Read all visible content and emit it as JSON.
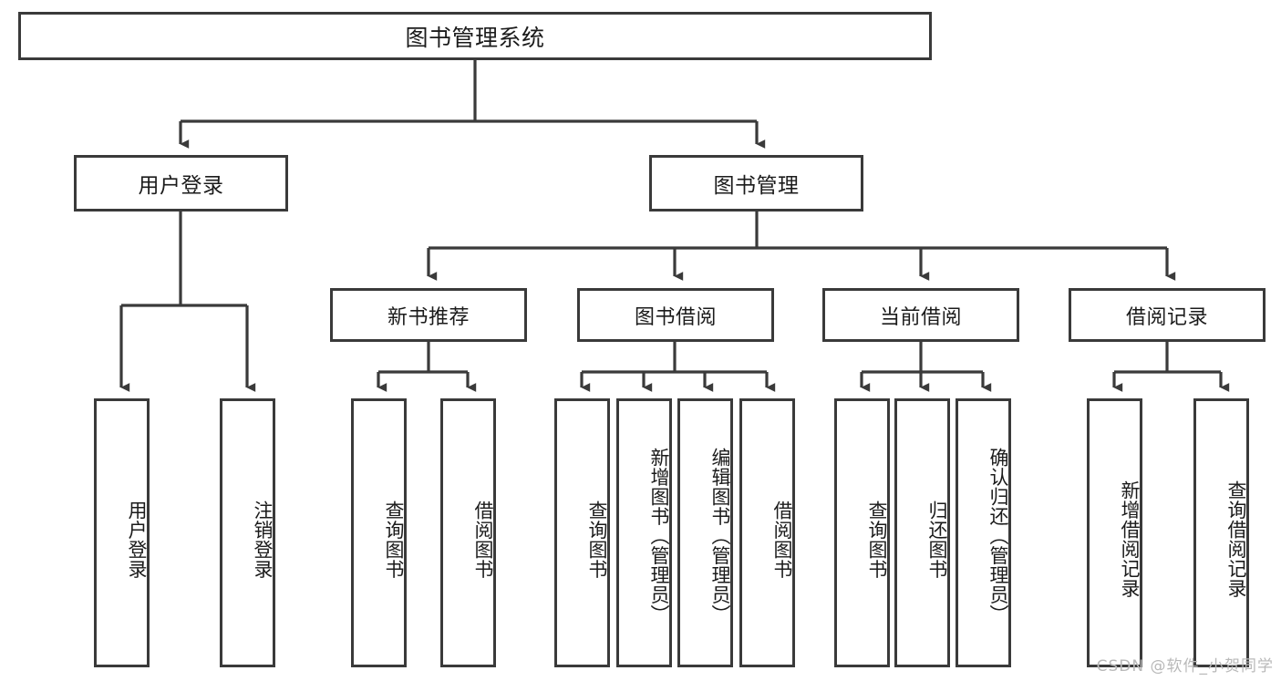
{
  "diagram": {
    "type": "tree-hierarchy-flowchart",
    "title": "图书管理系统",
    "root": {
      "label": "图书管理系统"
    },
    "level2": [
      {
        "label": "用户登录"
      },
      {
        "label": "图书管理"
      }
    ],
    "level3": [
      {
        "label": "新书推荐"
      },
      {
        "label": "图书借阅"
      },
      {
        "label": "当前借阅"
      },
      {
        "label": "借阅记录"
      }
    ],
    "leaves": {
      "user_login": [
        {
          "label": "用户登录"
        },
        {
          "label": "注销登录"
        }
      ],
      "new_book_recommend": [
        {
          "label": "查询图书"
        },
        {
          "label": "借阅图书"
        }
      ],
      "book_borrow": [
        {
          "label": "查询图书"
        },
        {
          "label": "新增图书（管理员）"
        },
        {
          "label": "编辑图书（管理员）"
        },
        {
          "label": "借阅图书"
        }
      ],
      "current_borrow": [
        {
          "label": "查询图书"
        },
        {
          "label": "归还图书"
        },
        {
          "label": "确认归还（管理员）"
        }
      ],
      "borrow_record": [
        {
          "label": "新增借阅记录"
        },
        {
          "label": "查询借阅记录"
        }
      ]
    }
  },
  "watermark": {
    "text": "CSDN @软件_小贺同学"
  },
  "colors": {
    "stroke": "#3a3a3a",
    "background": "#ffffff",
    "text": "#1b1b1b",
    "watermark": "#b9b9b9"
  }
}
